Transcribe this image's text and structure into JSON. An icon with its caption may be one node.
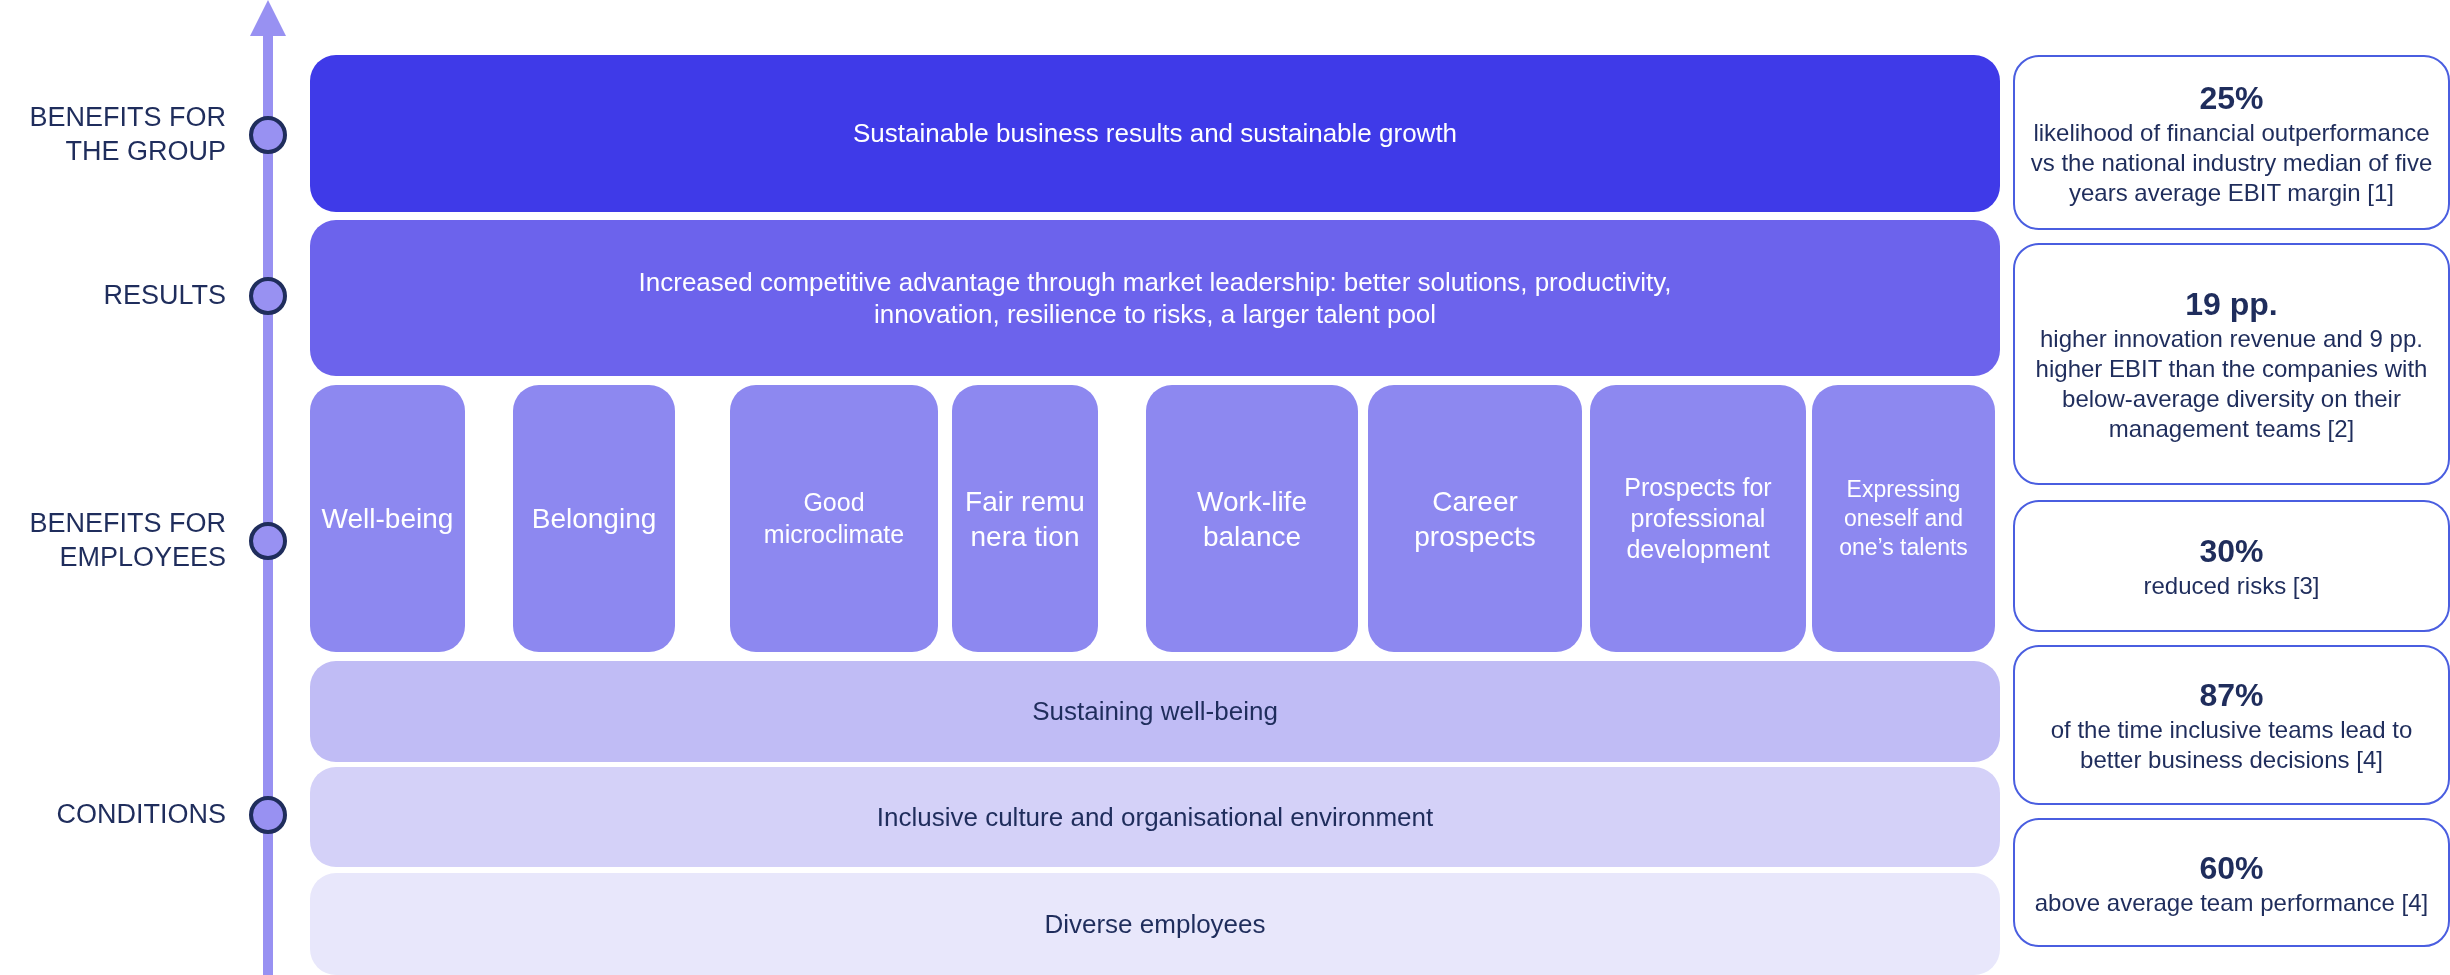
{
  "diagram": {
    "nodes": [
      {
        "text": [
          "Sustainable business results and sustainable growth"
        ]
      },
      {
        "text": [
          "Increased competitive advantage through market leadership: better solutions, productivity, innovation, resilience to risks, a larger talent pool"
        ]
      },
      {
        "text": [
          "Well-being"
        ]
      },
      {
        "text": [
          "Belonging"
        ]
      },
      {
        "text": [
          "Good microclimate"
        ]
      },
      {
        "text": [
          "Fair remunera tion"
        ]
      },
      {
        "text": [
          "Work-life balance"
        ]
      },
      {
        "text": [
          "Career prospects"
        ]
      },
      {
        "text": [
          "Prospects for professional development"
        ]
      },
      {
        "text": [
          "Expressing oneself and one’s talents"
        ]
      },
      {
        "text": [
          "Sustaining well-being"
        ]
      },
      {
        "text": [
          "Inclusive culture and organisational environment"
        ]
      },
      {
        "text": [
          "Diverse employees"
        ]
      },
      {
        "text": [
          "25%",
          "likelihood of financial outperformance vs the national industry median of five years average EBIT margin [1]"
        ]
      },
      {
        "text": [
          "19 pp.",
          "higher innovation revenue and 9 pp. higher EBIT than the companies with below-average diversity on their management teams [2]"
        ]
      },
      {
        "text": [
          "30%",
          "reduced risks [3]"
        ]
      },
      {
        "text": [
          "87%",
          "of the time inclusive teams lead to better business decisions [4]"
        ]
      },
      {
        "text": [
          "60%",
          "above average team performance [4]"
        ]
      }
    ],
    "labels": [
      "BENEFITS FOR THE GROUP",
      "RESULTS",
      "BENEFITS FOR EMPLOYEES",
      "CONDITIONS"
    ]
  }
}
